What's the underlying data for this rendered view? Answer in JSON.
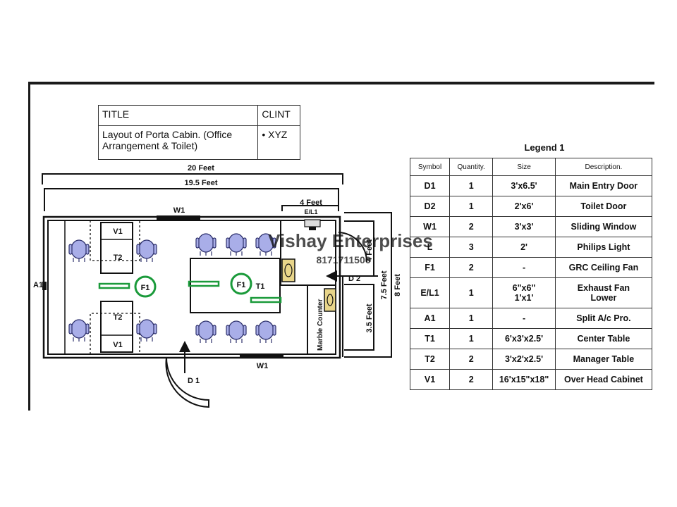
{
  "title_block": {
    "title_header": "TITLE",
    "client_header": "CLINT",
    "title_line1": "Layout of Porta Cabin. (Office",
    "title_line2": "Arrangement & Toilet)",
    "client_value": "• XYZ"
  },
  "legend": {
    "caption": "Legend 1",
    "headers": [
      "Symbol",
      "Quantity.",
      "Size",
      "Description."
    ],
    "rows": [
      [
        "D1",
        "1",
        "3'x6.5'",
        "Main Entry Door"
      ],
      [
        "D2",
        "1",
        "2'x6'",
        "Toilet Door"
      ],
      [
        "W1",
        "2",
        "3'x3'",
        "Sliding Window"
      ],
      [
        "L",
        "3",
        "2'",
        "Philips Light"
      ],
      [
        "F1",
        "2",
        "-",
        "GRC Ceiling Fan"
      ],
      [
        "E/L1",
        "1",
        "6\"x6\"\n1'x1'",
        "Exhaust Fan\nLower"
      ],
      [
        "A1",
        "1",
        "-",
        "Split A/c Pro."
      ],
      [
        "T1",
        "1",
        "6'x3'x2.5'",
        "Center Table"
      ],
      [
        "T2",
        "2",
        "3'x2'x2.5'",
        "Manager Table"
      ],
      [
        "V1",
        "2",
        "16'x15\"x18\"",
        "Over Head Cabinet"
      ]
    ]
  },
  "plan": {
    "dim_total": "20 Feet",
    "dim_inner": "19.5 Feet",
    "dim_toilet": "4 Feet",
    "dim_toilet_side": "4 Feet",
    "dim_counter": "3.5 Feet",
    "dim_75": "7.5 Feet",
    "dim_8": "8 Feet",
    "window_top": "W1",
    "window_bottom": "W1",
    "ac": "A1",
    "exhaust": "E/L1",
    "door_main": "D 1",
    "door_toilet": "D 2",
    "counter": "Marble Counter",
    "v1_top": "V1",
    "v1_bottom": "V1",
    "t2_top": "T2",
    "t2_bottom": "T2",
    "fan_left": "F1",
    "fan_center": "F1",
    "center_table": "T1"
  },
  "watermark": {
    "name": "Vishay Enterprises",
    "phone": "8171711506"
  },
  "colors": {
    "chair_fill": "#a9aee8",
    "chair_stroke": "#2c2f6b",
    "fan_green": "#1a9a3a",
    "watermark": "#e08a8a"
  }
}
